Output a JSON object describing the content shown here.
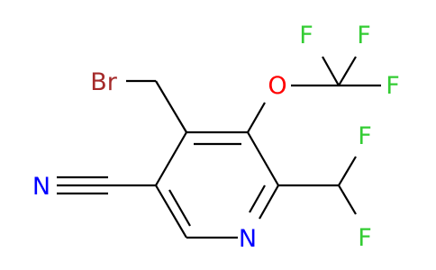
{
  "molecule": {
    "atoms": {
      "bromine": "Br",
      "oxygen": "O",
      "ring_nitrogen": "N",
      "nitrile_nitrogen": "N",
      "fluorine_cf3_left": "F",
      "fluorine_cf3_top": "F",
      "fluorine_cf3_right": "F",
      "fluorine_chf2_top": "F",
      "fluorine_chf2_bottom": "F"
    },
    "colors": {
      "bond": "#000000",
      "bromine": "#a52a2a",
      "oxygen": "#ff0000",
      "nitrogen": "#0000ff",
      "fluorine": "#33cc33"
    }
  }
}
